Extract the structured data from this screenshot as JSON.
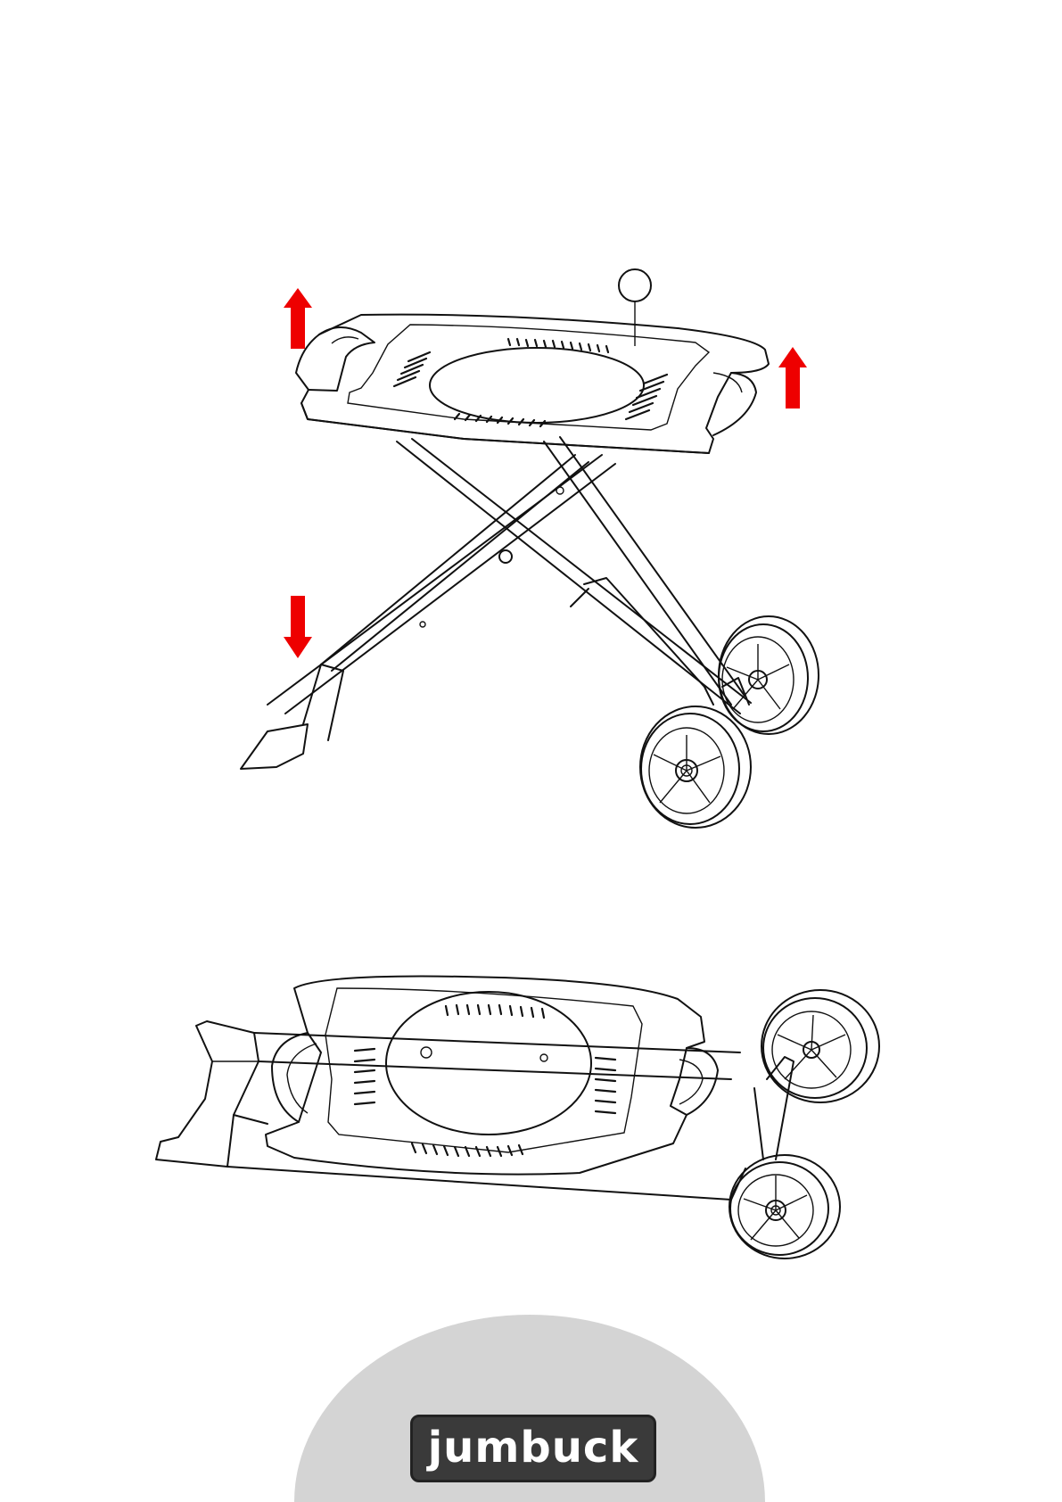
{
  "figure_1": {
    "callout_label": "",
    "arrows": [
      {
        "name": "lift-left-arrow",
        "direction": "up",
        "color": "#ee0000"
      },
      {
        "name": "lift-right-arrow",
        "direction": "up",
        "color": "#ee0000"
      },
      {
        "name": "push-down-arrow",
        "direction": "down",
        "color": "#ee0000"
      }
    ]
  },
  "figure_2": {},
  "footer": {
    "brand": "jumbuck",
    "band_color": "#d4d4d4",
    "logo_bg": "#3a3a3a"
  }
}
